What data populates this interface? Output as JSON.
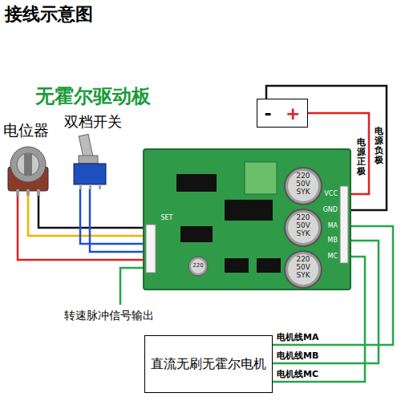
{
  "diagram": {
    "title": "接线示意图",
    "nodes": [
      {
        "text": [
          "无霍尔驱动板"
        ]
      },
      {
        "text": [
          "-",
          "+"
        ]
      },
      {
        "text": [
          "直流无刷无霍尔电机"
        ]
      }
    ],
    "edges": [
      {
        "from": 1,
        "to": 0,
        "arrow": "none",
        "label": "电源负极"
      },
      {
        "from": 1,
        "to": 0,
        "arrow": "none",
        "label": "电源正极"
      },
      {
        "from": 0,
        "to": 2,
        "arrow": "none",
        "label": "电机线MA"
      },
      {
        "from": 0,
        "to": 2,
        "arrow": "none",
        "label": "电机线MB"
      },
      {
        "from": 0,
        "to": 2,
        "arrow": "none",
        "label": "电机线MC"
      }
    ],
    "labels": [
      "电位器",
      "双档开关",
      "转速脉冲信号输出",
      "VCC",
      "GND",
      "MA",
      "MB",
      "MC",
      "220",
      "50V",
      "SYK",
      "220",
      "50V",
      "SYK",
      "220",
      "50V",
      "SYK",
      "220",
      "SET"
    ]
  }
}
